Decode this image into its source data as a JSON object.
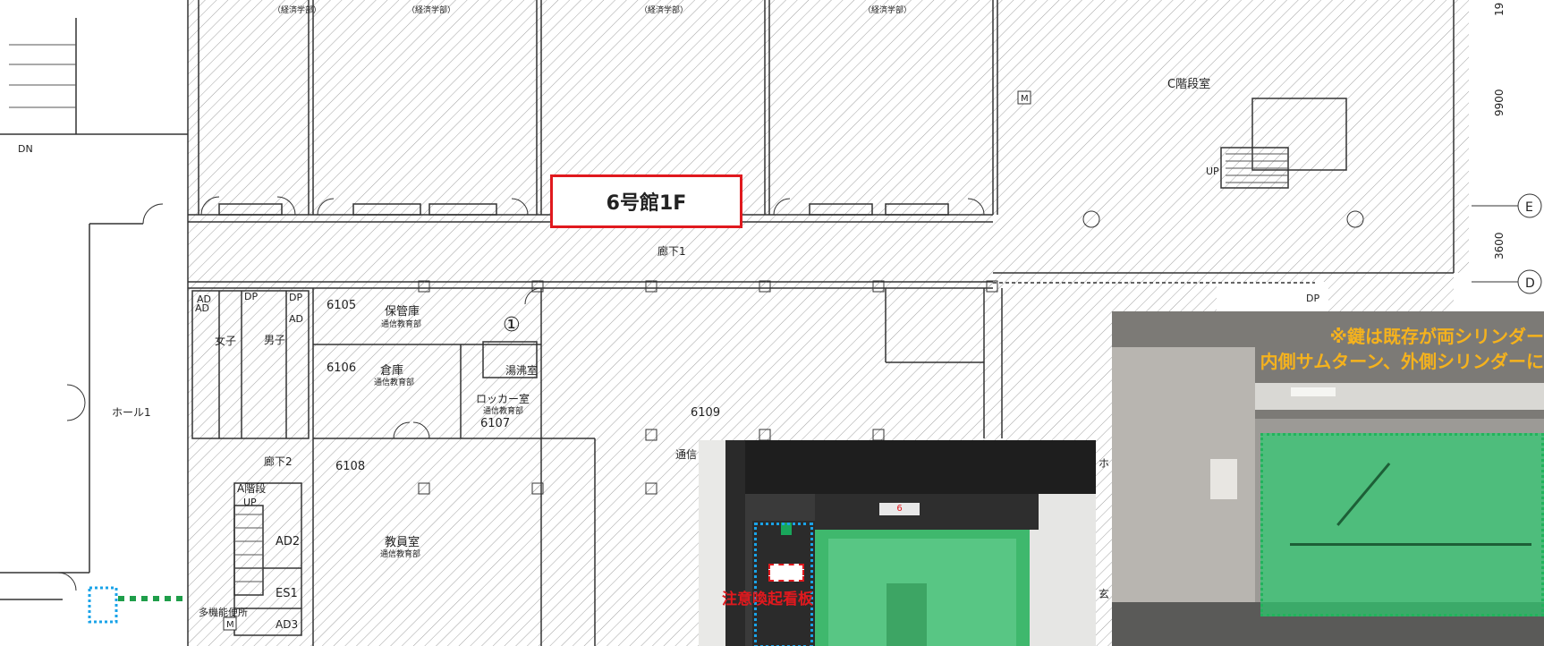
{
  "plan": {
    "building_title": "6号館1F",
    "top_rooms": [
      "（経済学部）",
      "（経済学部）",
      "（経済学部）",
      "（経済学部）"
    ],
    "stair_c_label": "C階段室",
    "corridor1": "廊下1",
    "corridor2": "廊下2",
    "hall1": "ホール1",
    "dn_label": "DN",
    "up_label": "UP",
    "m_label": "M",
    "dim_9900": "9900",
    "dim_3600": "3600",
    "dim_19": "19",
    "axis_e": "E",
    "axis_d": "D",
    "rooms": [
      {
        "num": "6105",
        "name": "保管庫",
        "dept": "通信教育部"
      },
      {
        "num": "6106",
        "name": "倉庫",
        "dept": "通信教育部"
      },
      {
        "num": "6107",
        "name": "ロッカー室",
        "dept": "通信教育部"
      },
      {
        "num": "6108",
        "name": "教員室",
        "dept": "通信教育部"
      },
      {
        "num": "6109",
        "name": "通信",
        "dept": ""
      }
    ],
    "hot_water": "湯沸室",
    "marker_circle": "①",
    "women": "女子",
    "men": "男子",
    "stair_a": "A階段",
    "ad_labels": [
      "AD",
      "AD",
      "AD",
      "AD2",
      "AD3"
    ],
    "dp_labels": [
      "DP",
      "DP",
      "DP"
    ],
    "es1": "ES1",
    "multi_toilet": "多機能便所",
    "partial_right_1": "ホ",
    "partial_right_2": "玄"
  },
  "photo1": {
    "caution_label": "注意喚起看板",
    "door_sign": "6"
  },
  "photo2": {
    "note_line1": "※鍵は既存が両シリンダー",
    "note_line2": "内側サムターン、外側シリンダーに"
  },
  "colors": {
    "title_border": "#e0191e",
    "note_text": "#f5b21d",
    "caution_text": "#e0191e",
    "highlight_green": "#2ecc71",
    "dotted_blue": "#1aa3e8"
  }
}
